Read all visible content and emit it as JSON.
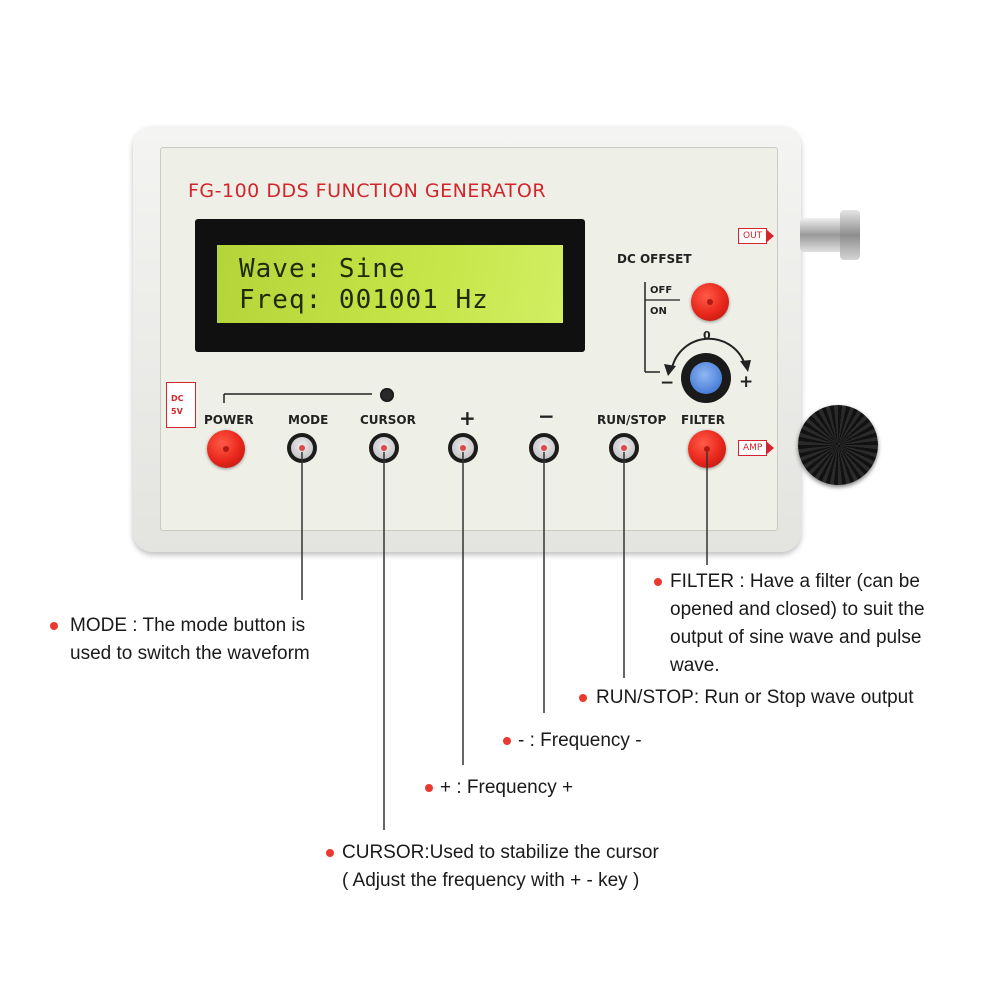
{
  "device": {
    "title": "FG-100 DDS FUNCTION GENERATOR",
    "lcd_line1": "Wave: Sine",
    "lcd_line2": "Freq: 001001 Hz",
    "dc_offset_label": "DC OFFSET",
    "off_label": "OFF",
    "on_label": "ON",
    "zero_label": "0",
    "minus_label": "−",
    "plus_label": "+",
    "out_tag": "OUT",
    "amp_tag": "AMP",
    "dc_tag": "DC",
    "v5_tag": "5V",
    "buttons": {
      "power": "POWER",
      "mode": "MODE",
      "cursor": "CURSOR",
      "plus": "+",
      "minus": "−",
      "run_stop": "RUN/STOP",
      "filter": "FILTER"
    }
  },
  "annotations": {
    "filter_1": "FILTER : Have a filter (can be",
    "filter_2": "opened and closed) to suit the",
    "filter_3": "output of sine wave and pulse",
    "filter_4": "wave.",
    "mode_1": "MODE : The mode button is",
    "mode_2": "used to switch the waveform",
    "run_stop": "RUN/STOP: Run or Stop wave output",
    "minus": " - : Frequency -",
    "plus": " + : Frequency +",
    "cursor_1": "CURSOR:Used to stabilize the cursor",
    "cursor_2": "( Adjust the frequency with + - key )"
  },
  "colors": {
    "accent_red": "#d2252d",
    "bullet": "#e93a2f",
    "lcd_green": "#c5e548"
  }
}
